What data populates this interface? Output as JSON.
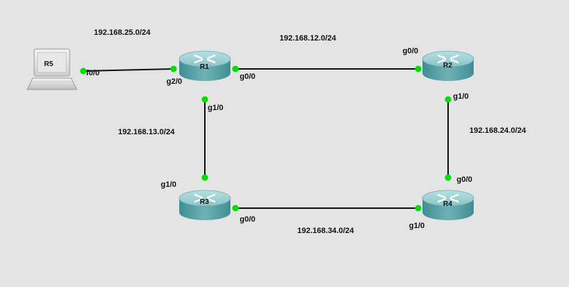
{
  "colors": {
    "background": "#e4e4e4",
    "link": "#111111",
    "port_up": "#00dd00",
    "router_top": "#9fcfd2",
    "router_side": "#4f9aa0"
  },
  "devices": {
    "r1": {
      "name": "R1",
      "icon": "router-icon"
    },
    "r2": {
      "name": "R2",
      "icon": "router-icon"
    },
    "r3": {
      "name": "R3",
      "icon": "router-icon"
    },
    "r4": {
      "name": "R4",
      "icon": "router-icon"
    },
    "r5": {
      "name": "R5",
      "icon": "laptop-icon"
    }
  },
  "subnets": {
    "r1_r5": "192.168.25.0/24",
    "r1_r2": "192.168.12.0/24",
    "r1_r3": "192.168.13.0/24",
    "r2_r4": "192.168.24.0/24",
    "r3_r4": "192.168.34.0/24"
  },
  "ports": {
    "r5_f00": "f0/0",
    "r1_g20": "g2/0",
    "r1_g00": "g0/0",
    "r1_g10": "g1/0",
    "r2_g00": "g0/0",
    "r2_g10": "g1/0",
    "r3_g10": "g1/0",
    "r3_g00": "g0/0",
    "r4_g00_top": "g0/0",
    "r4_g10": "g1/0"
  }
}
